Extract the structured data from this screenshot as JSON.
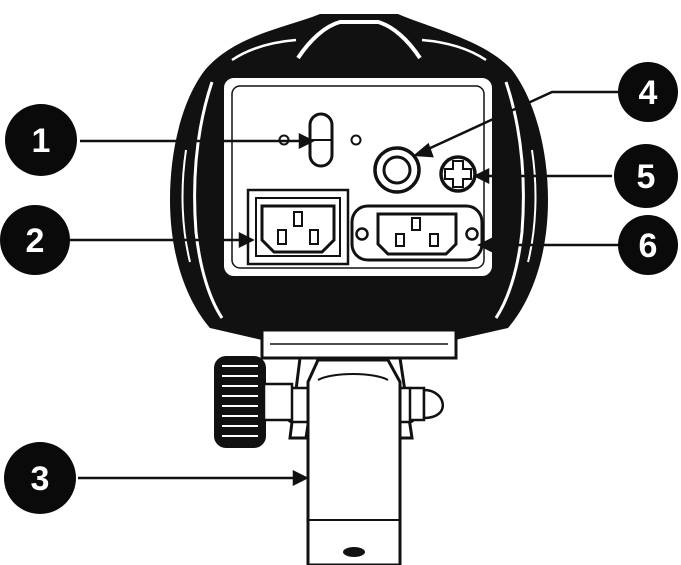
{
  "colors": {
    "ink": "#111111",
    "paper": "#ffffff",
    "badge": "#0a0a0a"
  },
  "callouts": [
    {
      "number": "1",
      "target": "power-switch"
    },
    {
      "number": "2",
      "target": "ac-inlet-left"
    },
    {
      "number": "3",
      "target": "stand-mount"
    },
    {
      "number": "4",
      "target": "round-button"
    },
    {
      "number": "5",
      "target": "cross-knob"
    },
    {
      "number": "6",
      "target": "ac-inlet-right"
    }
  ]
}
